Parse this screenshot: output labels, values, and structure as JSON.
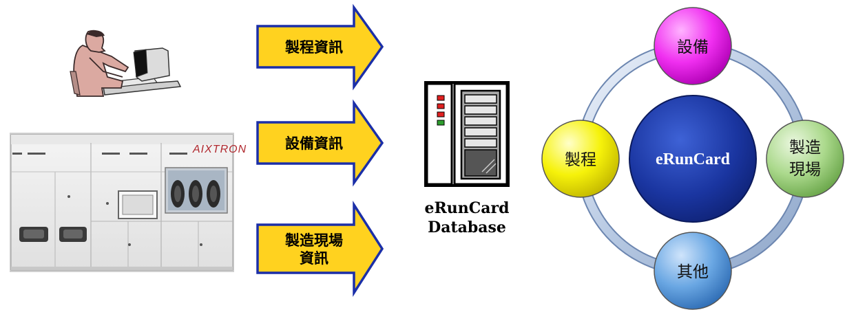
{
  "arrows": [
    {
      "label_lines": [
        "製程資訊"
      ]
    },
    {
      "label_lines": [
        "設備資訊"
      ]
    },
    {
      "label_lines": [
        "製造現場",
        "資訊"
      ]
    }
  ],
  "database": {
    "label_lines": [
      "eRunCard",
      "Database"
    ]
  },
  "machine": {
    "brand": "AIXTRON"
  },
  "ring": {
    "center": {
      "label": "eRunCard",
      "color": "#1f3aa0"
    },
    "nodes": [
      {
        "id": "equipment",
        "label_lines": [
          "設備"
        ],
        "color": "#e619e6"
      },
      {
        "id": "manufacturing-site",
        "label_lines": [
          "製造",
          "現場"
        ],
        "color": "#9ccf7a"
      },
      {
        "id": "other",
        "label_lines": [
          "其他"
        ],
        "color": "#5b9bd5"
      },
      {
        "id": "process",
        "label_lines": [
          "製程"
        ],
        "color": "#f4f40a"
      }
    ]
  },
  "colors": {
    "arrow_fill": "#ffd21f",
    "arrow_stroke": "#1b2fa8",
    "ring": "#c3d1e6"
  }
}
